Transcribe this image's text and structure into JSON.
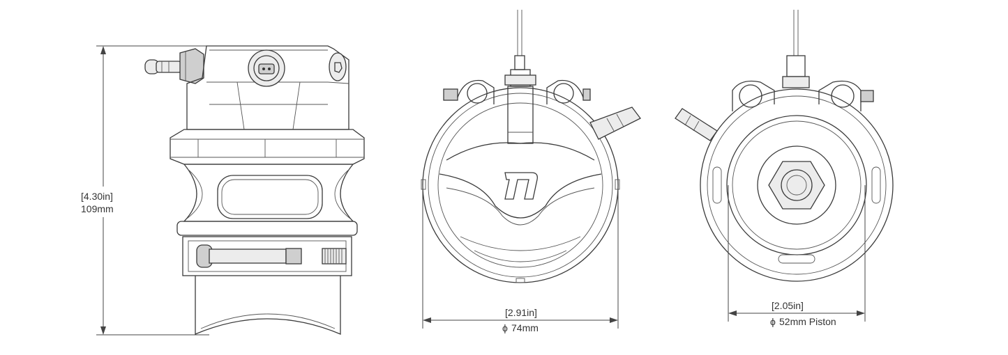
{
  "dimensions": {
    "height": {
      "imperial": "[4.30in]",
      "metric": "109mm"
    },
    "outer_diameter": {
      "imperial": "[2.91in]",
      "metric": "74mm",
      "symbol": "ϕ"
    },
    "piston_diameter": {
      "imperial": "[2.05in]",
      "metric": "52mm Piston",
      "symbol": "ϕ"
    }
  },
  "colors": {
    "line": "#3a3a3a",
    "background": "#ffffff"
  }
}
